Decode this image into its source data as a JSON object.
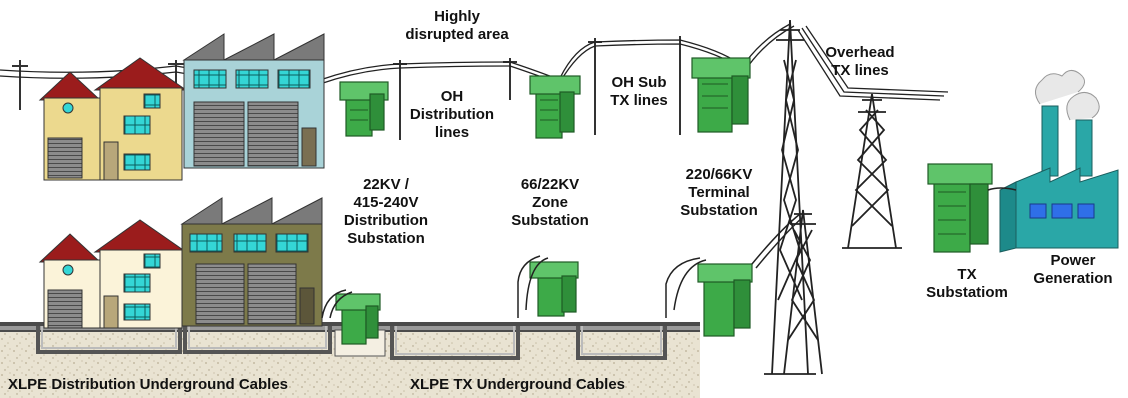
{
  "labels": {
    "highly_disrupted": "Highly\ndisrupted area",
    "oh_distribution": "OH\nDistribution\nlines",
    "oh_sub_tx": "OH Sub\nTX lines",
    "overhead_tx": "Overhead\nTX lines",
    "distribution_substation": "22KV /\n415-240V\nDistribution\nSubstation",
    "zone_substation": "66/22KV\nZone\nSubstation",
    "terminal_substation": "220/66KV\nTerminal\nSubstation",
    "tx_substation": "TX\nSubstatiom",
    "power_generation": "Power\nGeneration",
    "xlpe_distribution": "XLPE Distribution Underground Cables",
    "xlpe_tx": "XLPE TX Underground Cables"
  },
  "colors": {
    "house_wall": "#ecd98e",
    "roof": "#9b1c1c",
    "factory_top": "#a9d3d8",
    "factory_bottom": "#7d7a4a",
    "transformer": "#3daa48",
    "power_station": "#2aa7a7",
    "window": "#34d6d6",
    "ground": "#e9e3d2"
  },
  "icons": [
    "house-icon",
    "factory-icon",
    "transformer-icon",
    "pole-icon",
    "tower-icon",
    "power-station-icon"
  ]
}
